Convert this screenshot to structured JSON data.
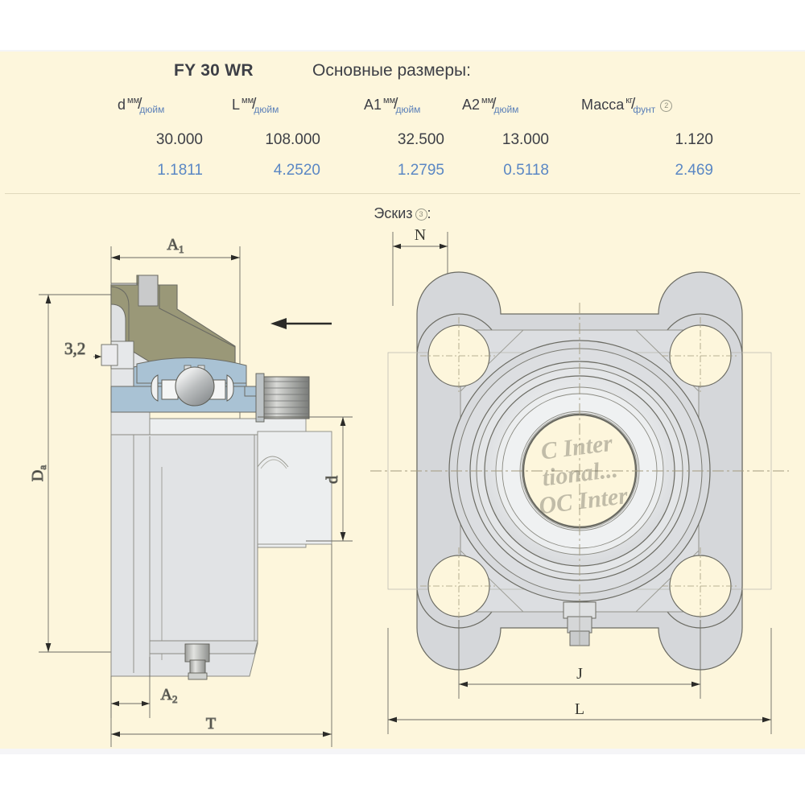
{
  "header": {
    "model": "FY 30 WR",
    "main_title": "Основные размеры:",
    "columns": [
      {
        "symbol": "d",
        "unit_num": "мм",
        "unit_den": "дюйм",
        "note": ""
      },
      {
        "symbol": "L",
        "unit_num": "мм",
        "unit_den": "дюйм",
        "note": ""
      },
      {
        "symbol": "A1",
        "unit_num": "мм",
        "unit_den": "дюйм",
        "note": ""
      },
      {
        "symbol": "A2",
        "unit_num": "мм",
        "unit_den": "дюйм",
        "note": ""
      },
      {
        "symbol": "Масса",
        "unit_num": "кг",
        "unit_den": "фунт",
        "note": "2"
      }
    ],
    "metric_values": [
      "30.000",
      "108.000",
      "32.500",
      "13.000",
      "1.120"
    ],
    "imperial_values": [
      "1.1811",
      "4.2520",
      "1.2795",
      "0.5118",
      "2.469"
    ]
  },
  "sketch": {
    "label": "Эскиз",
    "note": "3",
    "colon": ":"
  },
  "section_view": {
    "dimensions": {
      "A1": "A",
      "A1_sub": "1",
      "A2": "A",
      "A2_sub": "2",
      "Da": "D",
      "Da_sub": "a",
      "T": "T",
      "d": "d",
      "chamfer": "3,2"
    }
  },
  "front_view": {
    "dimensions": {
      "N": "N",
      "J": "J",
      "L": "L"
    }
  },
  "watermark": {
    "line1": "C Inter",
    "line2": "tional...",
    "line3": "OC Inter"
  },
  "colors": {
    "page_background": "#ffffff",
    "sheet_background": "#fdf6dc",
    "band": "#f5f5f7",
    "text_dark": "#3d3f46",
    "text_blue": "#5a87c4",
    "housing_olive": "#9a9878",
    "ring_blue": "#a9c2d4",
    "body_gray": "#e2e4e6",
    "flange_gray": "#d5d7da",
    "line": "#6b6b63",
    "divider": "#e0d9bd"
  }
}
